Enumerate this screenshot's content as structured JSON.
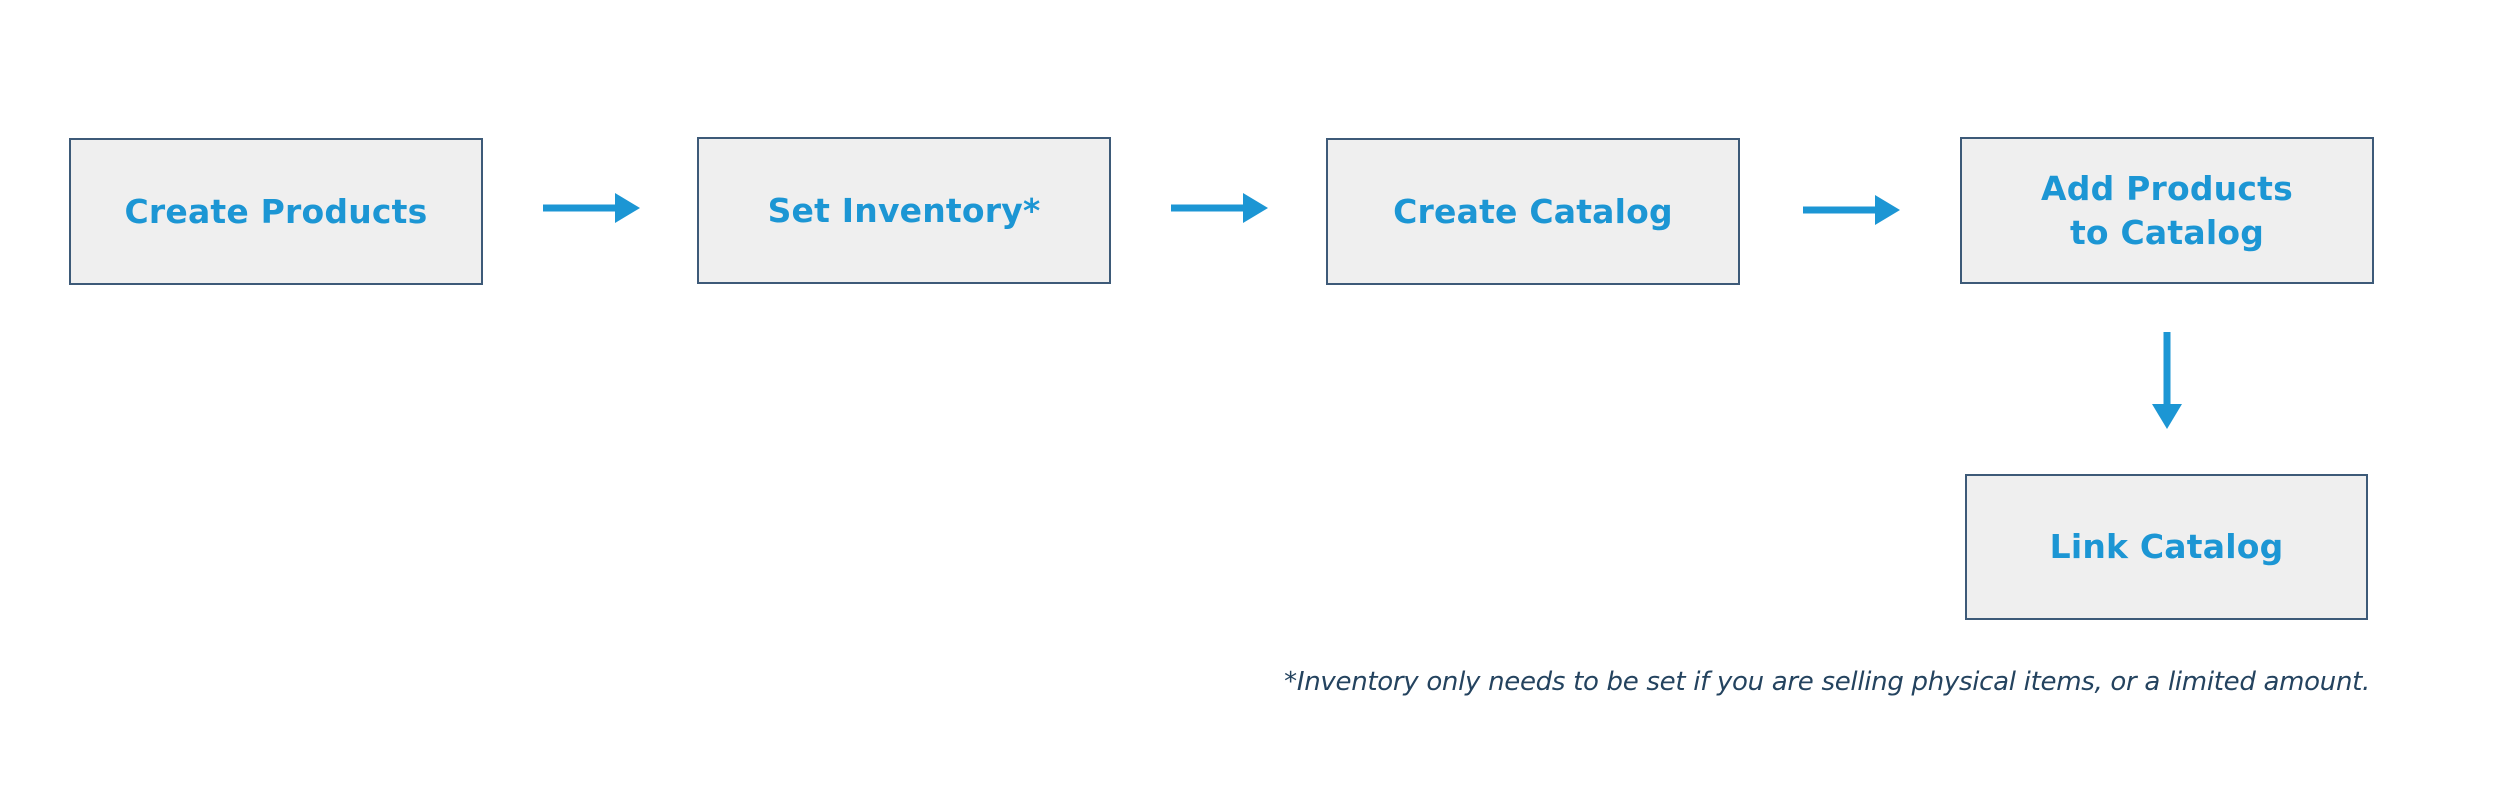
{
  "diagram": {
    "steps": [
      {
        "label": "Create Products"
      },
      {
        "label": "Set Inventory*"
      },
      {
        "label": "Create Catalog"
      },
      {
        "label": "Add Products\nto Catalog"
      },
      {
        "label": "Link Catalog"
      }
    ],
    "footnote": "*Inventory only needs to be set if you are selling physical items, or a limited amount.",
    "colors": {
      "box_fill": "#efefef",
      "box_border": "#3d5a78",
      "label": "#1c96d4",
      "arrow": "#1c96d4",
      "footnote": "#24435f"
    }
  }
}
